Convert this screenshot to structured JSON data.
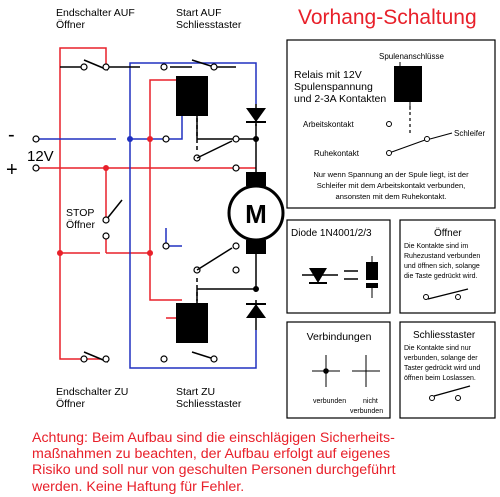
{
  "title": "Vorhang-Schaltung",
  "labels": {
    "endschalter_auf": [
      "Endschalter AUF",
      "Öffner"
    ],
    "start_auf": [
      "Start AUF",
      "Schliesstaster"
    ],
    "endschalter_zu": [
      "Endschalter ZU",
      "Öffner"
    ],
    "start_zu": [
      "Start ZU",
      "Schliesstaster"
    ],
    "stop": [
      "STOP",
      "Öffner"
    ],
    "minus": "-",
    "plus": "+",
    "voltage": "12V",
    "motor": "M"
  },
  "relay_box": {
    "spule": "Spulenanschlüsse",
    "title": [
      "Relais mit 12V",
      "Spulenspannung",
      "und 2-3A Kontakten"
    ],
    "arbeit": "Arbeitskontakt",
    "schleifer": "Schleifer",
    "ruhe": "Ruhekontakt",
    "note": [
      "Nur wenn Spannung an der Spule liegt, ist der",
      "Schleifer mit dem Arbeitskontakt verbunden,",
      "ansonsten mit dem Ruhekontakt."
    ]
  },
  "diode_box": {
    "title": "Diode 1N4001/2/3"
  },
  "oeffner_box": {
    "title": "Öffner",
    "text": [
      "Die Kontakte sind im",
      "Ruhezustand verbunden",
      "und öffnen sich, solange",
      "die Taste gedrückt wird."
    ]
  },
  "verbindungen_box": {
    "title": "Verbindungen",
    "left": "verbunden",
    "right": [
      "nicht",
      "verbunden"
    ]
  },
  "schliess_box": {
    "title": "Schliesstaster",
    "text": [
      "Die Kontakte sind nur",
      "verbunden, solange der",
      "Taster gedrückt wird und",
      "öffnen beim Loslassen."
    ]
  },
  "warning": [
    "Achtung: Beim Aufbau sind die einschlägigen Sicherheits-",
    "maßnahmen zu beachten, der Aufbau erfolgt auf eigenes",
    "Risiko und soll nur von geschulten Personen durchgeführt",
    "werden. Keine Haftung für Fehler."
  ],
  "colors": {
    "red": "#e8202a",
    "blue": "#2030c0",
    "black": "#000000"
  }
}
